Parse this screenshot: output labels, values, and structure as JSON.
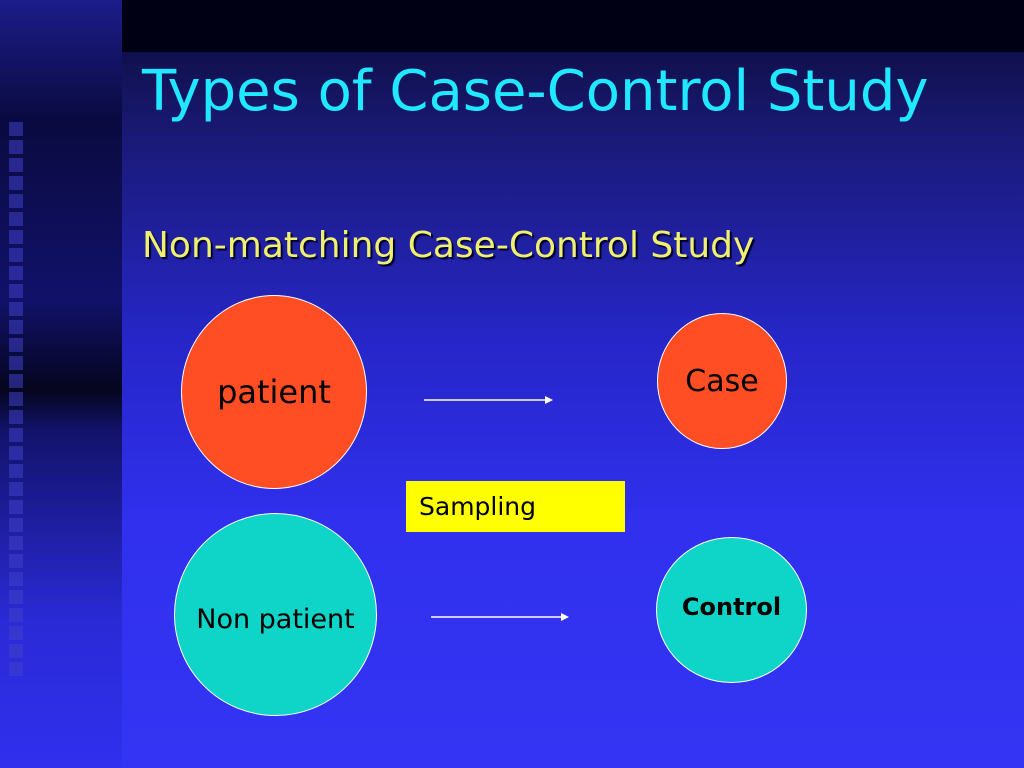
{
  "slide": {
    "title": "Types of Case-Control Study",
    "subtitle": "Non-matching Case-Control Study"
  },
  "diagram": {
    "patient": "patient",
    "case": "Case",
    "sampling": "Sampling",
    "non_patient": "Non patient",
    "control": "Control"
  },
  "colors": {
    "title": "#20e8ff",
    "subtitle": "#f0f070",
    "red_circle": "#ff4d24",
    "teal_circle": "#0fd4c8",
    "sampling_box": "#ffff00",
    "background": "#3030ee"
  }
}
